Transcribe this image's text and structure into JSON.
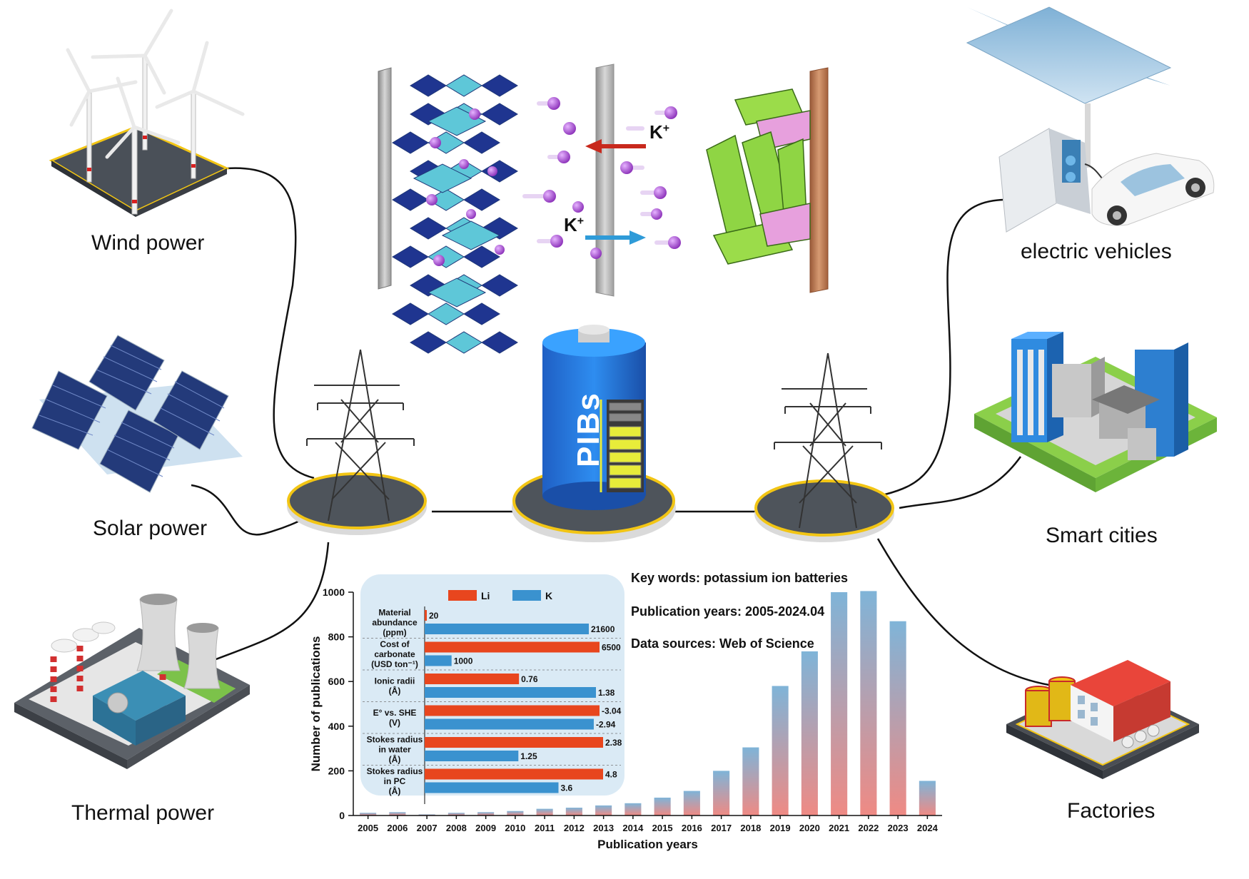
{
  "labels": {
    "wind": "Wind power",
    "solar": "Solar power",
    "thermal": "Thermal power",
    "ev": "electric vehicles",
    "cities": "Smart cities",
    "factories": "Factories",
    "battery": "PIBs",
    "ion_top": "K",
    "ion_bottom": "K",
    "ion_charge": "+"
  },
  "info": {
    "keywords": "Key words: potassium ion batteries",
    "years": "Publication years: 2005-2024.04",
    "source": "Data sources: Web of Science"
  },
  "colors": {
    "li": "#e8461e",
    "k": "#3a92cf",
    "bar_top": "#7fb4d8",
    "bar_bottom": "#ef8a84",
    "battery_blue": "#1f6fd6",
    "battery_yellow": "#e7ec3a",
    "platform_ring": "#f2c514",
    "ion_purple": "#9b3fc9"
  },
  "chart_data": [
    {
      "type": "bar",
      "xlabel": "Publication years",
      "ylabel": "Number of publications",
      "ylim": [
        0,
        1000
      ],
      "yticks": [
        0,
        200,
        400,
        600,
        800,
        1000
      ],
      "categories": [
        "2005",
        "2006",
        "2007",
        "2008",
        "2009",
        "2010",
        "2011",
        "2012",
        "2013",
        "2014",
        "2015",
        "2016",
        "2017",
        "2018",
        "2019",
        "2020",
        "2021",
        "2022",
        "2023",
        "2024"
      ],
      "values": [
        12,
        15,
        5,
        12,
        15,
        20,
        30,
        35,
        45,
        55,
        80,
        110,
        200,
        305,
        580,
        735,
        1000,
        1005,
        870,
        155
      ],
      "grid": false
    },
    {
      "type": "bar",
      "orientation": "horizontal",
      "legend": {
        "placement": "top",
        "entries": [
          "Li",
          "K"
        ]
      },
      "series": [
        {
          "name": "Li",
          "values": [
            20,
            6500,
            0.76,
            -3.04,
            2.38,
            4.8
          ],
          "labels": [
            "20",
            "6500",
            "0.76",
            "-3.04",
            "2.38",
            "4.8"
          ]
        },
        {
          "name": "K",
          "values": [
            21600,
            1000,
            1.38,
            -2.94,
            1.25,
            3.6
          ],
          "labels": [
            "21600",
            "1000",
            "1.38",
            "-2.94",
            "1.25",
            "3.6"
          ]
        }
      ],
      "categories": [
        [
          "Material",
          "abundance",
          "(ppm)"
        ],
        [
          "Cost of",
          "carbonate",
          "(USD ton⁻¹)"
        ],
        [
          "Ionic radii",
          "(Å)"
        ],
        [
          "E° vs. SHE",
          "(V)"
        ],
        [
          "Stokes radius",
          "in water",
          "(Å)"
        ],
        [
          "Stokes radius",
          "in PC",
          "(Å)"
        ]
      ]
    }
  ]
}
